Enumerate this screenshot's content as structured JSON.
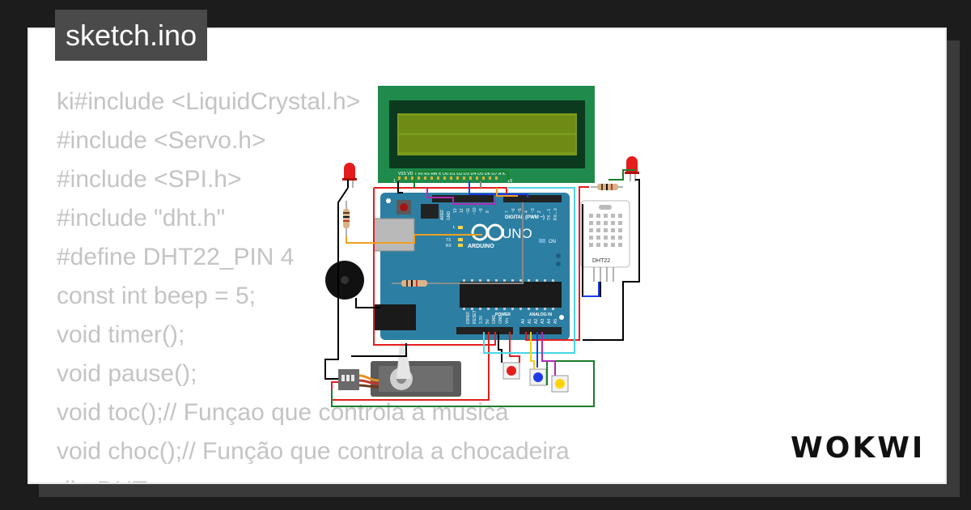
{
  "file": {
    "name": "sketch.ino"
  },
  "code_lines": [
    "ki#include <LiquidCrystal.h>",
    "#include <Servo.h>",
    "#include <SPI.h>",
    "#include \"dht.h\"",
    "#define DHT22_PIN 4",
    "const int beep = 5;",
    "void timer();",
    "void pause();",
    "void toc();// Funçao que controla a musica",
    "void choc();// Função que controla a chocadeira",
    "dht DHT;"
  ],
  "board": {
    "brand": "ARDUINO",
    "model": "UNO",
    "on_label": "ON",
    "digital_label": "DIGITAL (PWM ~)",
    "power_label": "POWER",
    "analog_label": "ANALOG IN",
    "tx_label": "TX",
    "rx_label": "RX",
    "l_label": "L",
    "aref": "AREF",
    "gnd": "GND",
    "pin13": "13",
    "pin12": "12",
    "pin11": "~11",
    "pin10": "~10",
    "pin9": "~9",
    "pin8": "8",
    "pin7": "7",
    "pin6": "~6",
    "pin5": "~5",
    "pin4": "4",
    "pin3": "~3",
    "pin2": "2",
    "tx1": "TX→1",
    "rx0": "RX←0",
    "p_ioref": "IOREF",
    "p_reset": "RESET",
    "p_3v3": "3.3V",
    "p_5v": "5V",
    "p_gnd1": "GND",
    "p_gnd2": "GND",
    "p_vin": "Vin",
    "a0": "A0",
    "a1": "A1",
    "a2": "A2",
    "a3": "A3",
    "a4": "A4",
    "a5": "A5"
  },
  "lcd": {
    "pin_labels": "VSS VDD V0 RS RW E D0 D1 D2 D3 D4 D5 D6 D7 A K",
    "pin_first": "1",
    "pin_last": "16"
  },
  "sensor": {
    "label": "DHT22"
  },
  "brand": {
    "logo_text": "WOKWI"
  },
  "colors": {
    "lcd_board": "#1f8a4c",
    "lcd_screen": "#7a9a1a",
    "arduino": "#2c7fa3",
    "wire_red": "#e41e1e",
    "wire_black": "#000000",
    "wire_green": "#1a7f2a",
    "wire_blue": "#1f3be8",
    "wire_cyan": "#49d6e6",
    "wire_purple": "#b02bb5",
    "wire_orange": "#f0a020",
    "wire_gray": "#8a8a8a"
  }
}
